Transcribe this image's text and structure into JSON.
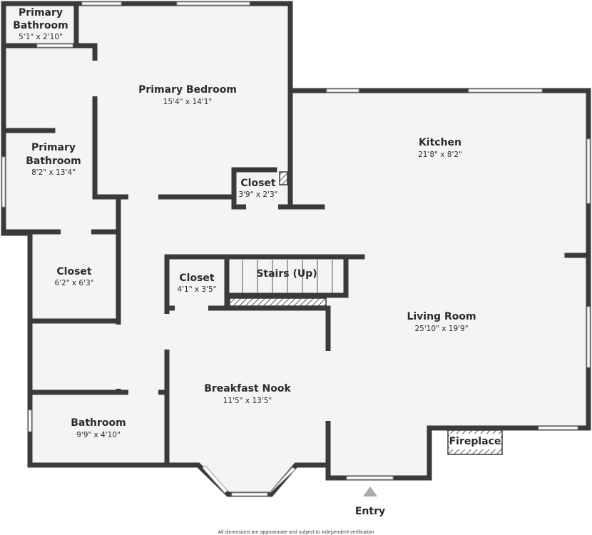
{
  "rooms": [
    {
      "id": "primary-bath-small",
      "name_lines": [
        "Primary",
        "Bathroom"
      ],
      "dim": "5'1\" x 2'10\""
    },
    {
      "id": "primary-bedroom",
      "name_lines": [
        "Primary Bedroom"
      ],
      "dim": "15'4\" x 14'1\""
    },
    {
      "id": "primary-bath",
      "name_lines": [
        "Primary",
        "Bathroom"
      ],
      "dim": "8'2\" x 13'4\""
    },
    {
      "id": "closet-bedroom",
      "name_lines": [
        "Closet"
      ],
      "dim": "3'9\" x 2'3\""
    },
    {
      "id": "kitchen",
      "name_lines": [
        "Kitchen"
      ],
      "dim": "21'8\" x 8'2\""
    },
    {
      "id": "closet-left",
      "name_lines": [
        "Closet"
      ],
      "dim": "6'2\" x 6'3\""
    },
    {
      "id": "closet-center",
      "name_lines": [
        "Closet"
      ],
      "dim": "4'1\" x 3'5\""
    },
    {
      "id": "stairs",
      "name_lines": [
        "Stairs (Up)"
      ],
      "dim": ""
    },
    {
      "id": "living-room",
      "name_lines": [
        "Living Room"
      ],
      "dim": "25'10\" x 19'9\""
    },
    {
      "id": "breakfast-nook",
      "name_lines": [
        "Breakfast Nook"
      ],
      "dim": "11'5\" x 13'5\""
    },
    {
      "id": "bathroom",
      "name_lines": [
        "Bathroom"
      ],
      "dim": "9'9\" x 4'10\""
    },
    {
      "id": "fireplace",
      "name_lines": [
        "Fireplace"
      ],
      "dim": ""
    }
  ],
  "entry_label": "Entry",
  "disclaimer": "All dimensions are approximate and subject to independent verification",
  "colors": {
    "wall": "#3a3a3a",
    "floor": "#f4f4f4",
    "background": "#ffffff"
  }
}
